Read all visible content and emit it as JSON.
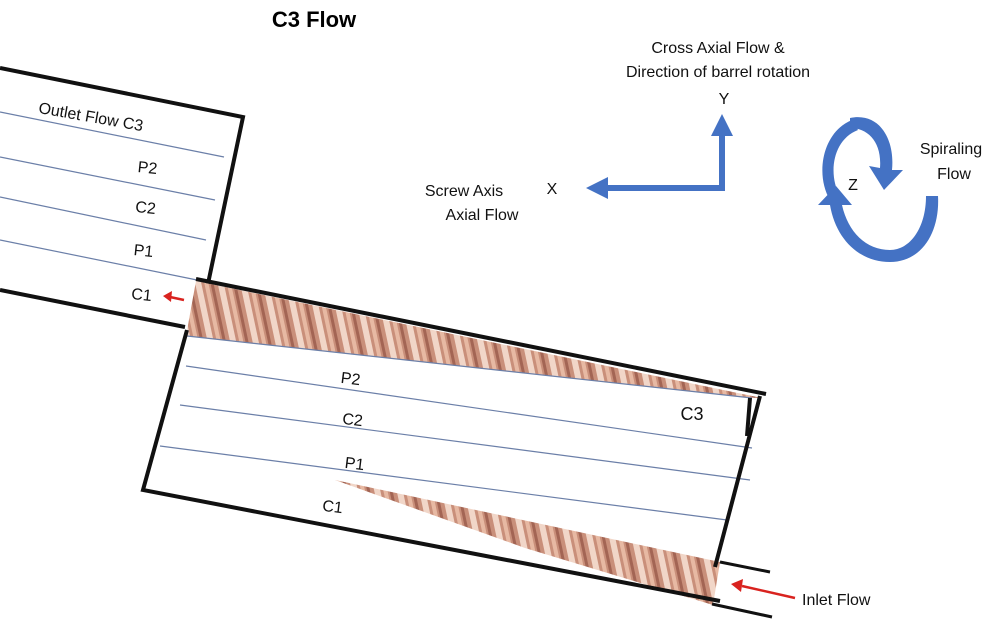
{
  "title": "C3 Flow",
  "axes": {
    "y_axis_title_line1": "Cross Axial Flow &",
    "y_axis_title_line2": "Direction of barrel rotation",
    "y_letter": "Y",
    "x_letter": "X",
    "x_title_line1": "Screw Axis",
    "x_title_line2": "Axial Flow",
    "z_letter": "Z",
    "spiral_line1": "Spiraling",
    "spiral_line2": "Flow"
  },
  "outlet_section": {
    "channels": [
      "Outlet Flow C3",
      "P2",
      "C2",
      "P1",
      "C1"
    ]
  },
  "main_section": {
    "channels": [
      "P2",
      "C2",
      "P1",
      "C1"
    ],
    "end_label": "C3"
  },
  "inlet_label": "Inlet Flow",
  "colors": {
    "arrow_blue": "#4472c4",
    "flow_red": "#d9231f",
    "channel_line": "#6b7fa8",
    "wall": "#111111",
    "polymer": "#c98f7a"
  }
}
